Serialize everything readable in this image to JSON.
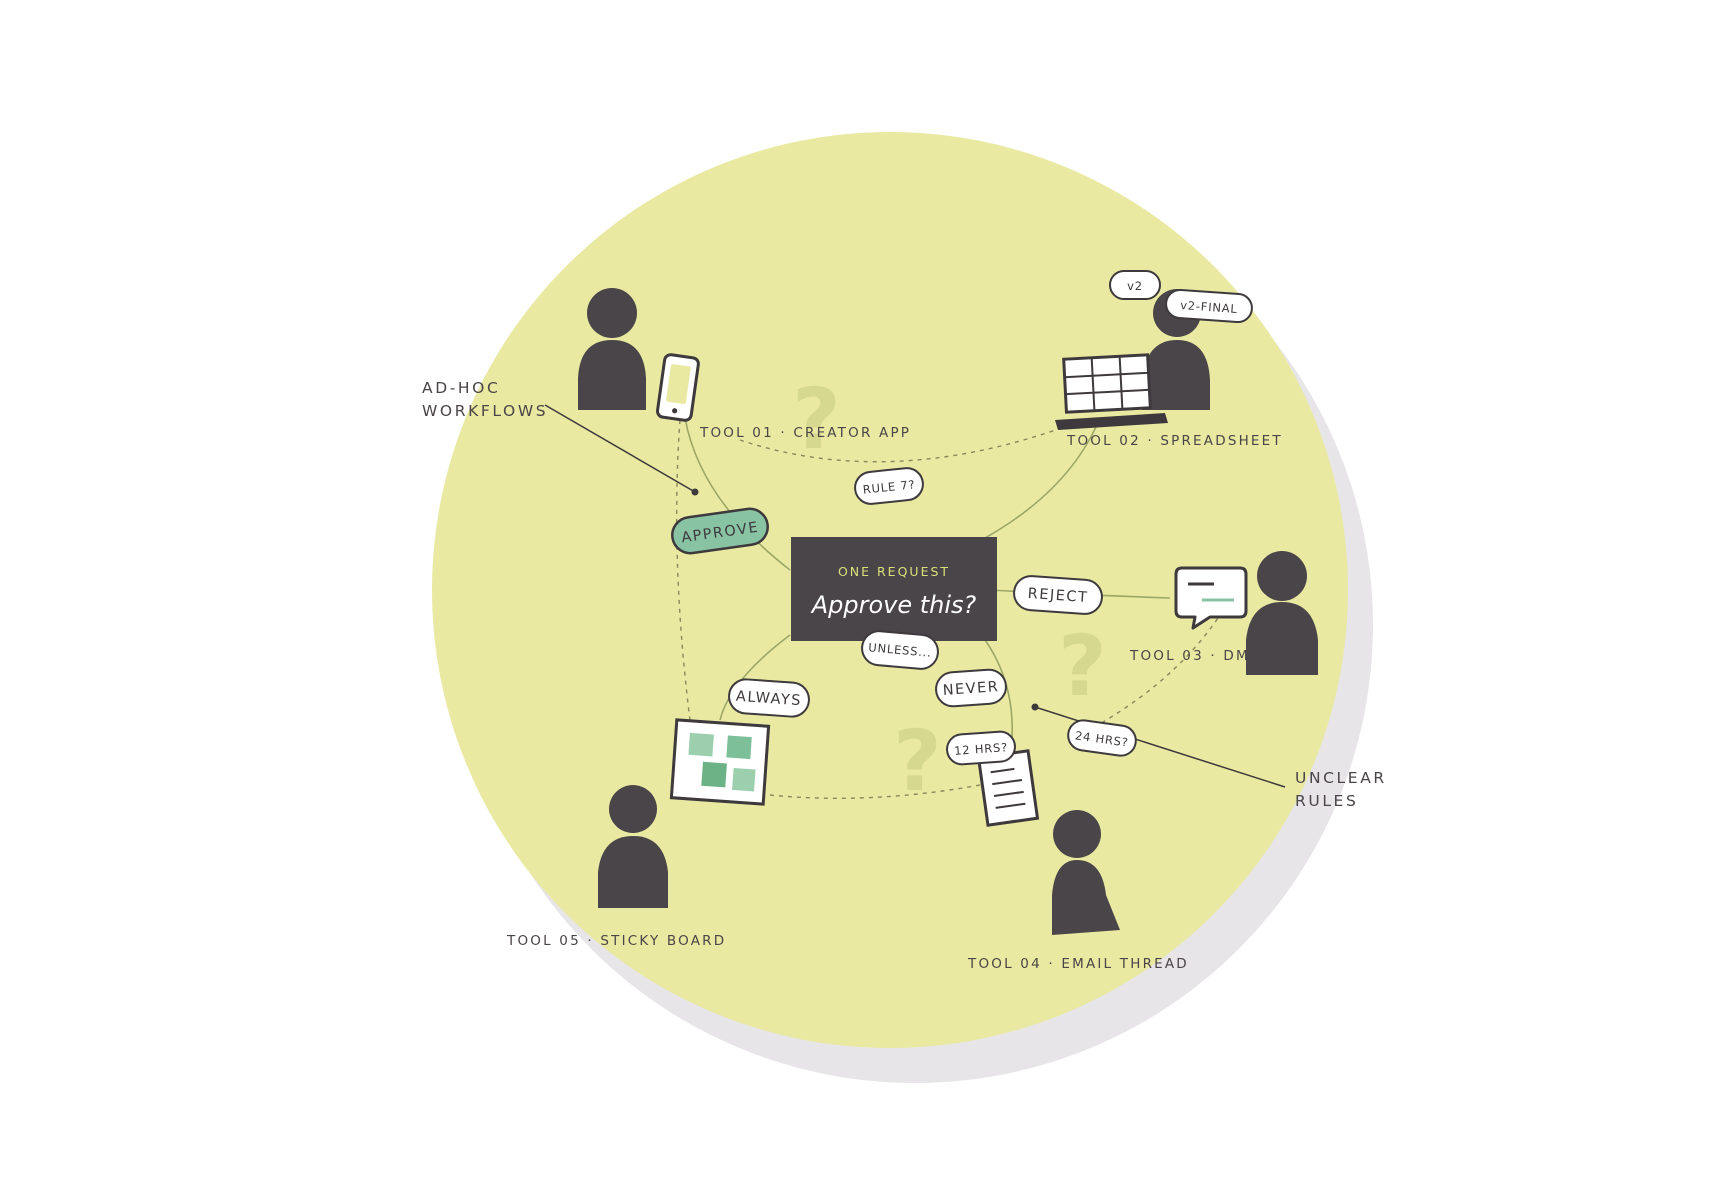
{
  "center": {
    "kicker": "ONE REQUEST",
    "question": "Approve this?"
  },
  "tools": [
    {
      "label": "TOOL 01 · CREATOR APP"
    },
    {
      "label": "TOOL 02 · SPREADSHEET"
    },
    {
      "label": "TOOL 03 · DMs"
    },
    {
      "label": "TOOL 04 · EMAIL THREAD"
    },
    {
      "label": "TOOL 05 · STICKY BOARD"
    }
  ],
  "callouts": {
    "adhoc_line1": "AD-HOC",
    "adhoc_line2": "WORKFLOWS",
    "unclear_line1": "UNCLEAR",
    "unclear_line2": "RULES"
  },
  "pills": {
    "approve": "APPROVE",
    "reject": "REJECT",
    "always": "ALWAYS",
    "never": "NEVER",
    "unless": "UNLESS...",
    "rule7": "RULE 7?",
    "hrs12": "12 HRS?",
    "hrs24": "24 HRS?",
    "v2": "v2",
    "v2final": "v2-FINAL"
  },
  "question_mark": "?",
  "colors": {
    "circle": "#e9e9a2",
    "shadow": "#e7e5e7",
    "dark": "#4a4548",
    "accent_green": "#88c4a4",
    "sticky_green": "#7dbf98",
    "kicker": "#d9e07a"
  }
}
